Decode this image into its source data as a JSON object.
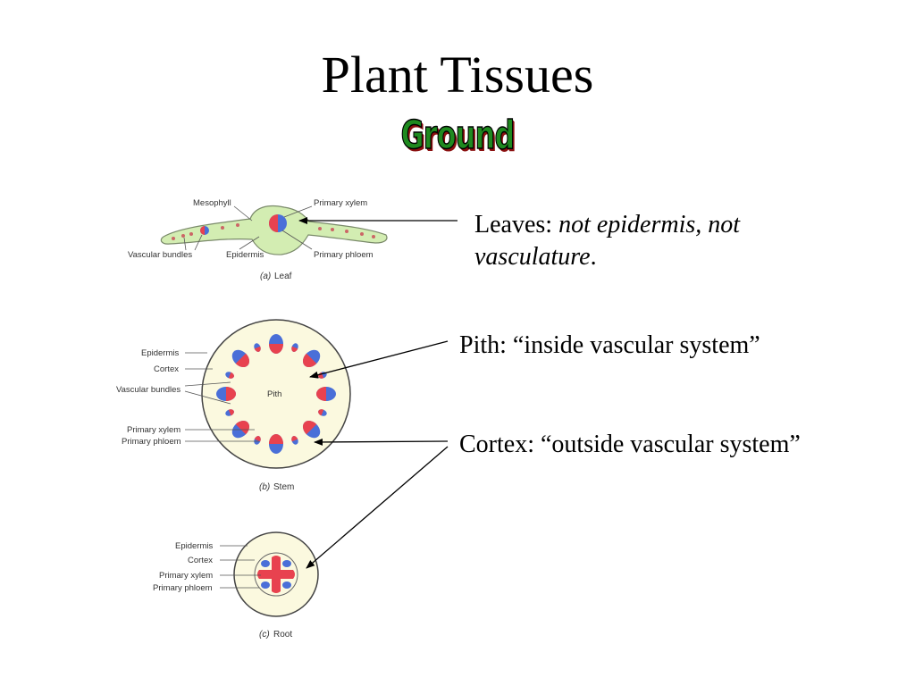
{
  "slide": {
    "title": "Plant Tissues",
    "subtitle": "Ground"
  },
  "notes": {
    "leaves_prefix": "Leaves: ",
    "leaves_italic_1": "not epidermis, not",
    "leaves_italic_2": "vasculature",
    "leaves_suffix": ".",
    "pith": "Pith: “inside vascular system”",
    "cortex": "Cortex: “outside vascular system”"
  },
  "leaf": {
    "mesophyll": "Mesophyll",
    "primary_xylem": "Primary xylem",
    "vascular_bundles": "Vascular bundles",
    "epidermis": "Epidermis",
    "primary_phloem": "Primary phloem",
    "caption_letter": "(a)",
    "caption": "Leaf"
  },
  "stem": {
    "epidermis": "Epidermis",
    "cortex": "Cortex",
    "vascular_bundles": "Vascular bundles",
    "pith": "Pith",
    "primary_xylem": "Primary xylem",
    "primary_phloem": "Primary phloem",
    "caption_letter": "(b)",
    "caption": "Stem"
  },
  "root": {
    "epidermis": "Epidermis",
    "cortex": "Cortex",
    "primary_xylem": "Primary xylem",
    "primary_phloem": "Primary phloem",
    "caption_letter": "(c)",
    "caption": "Root"
  },
  "colors": {
    "xylem": "#e8424f",
    "phloem": "#4a6fd8",
    "tissue": "#fbf9df",
    "leaf_green": "#d3edb2",
    "subtitle_green": "#1f8a1f",
    "subtitle_shadow": "#8b1010"
  }
}
